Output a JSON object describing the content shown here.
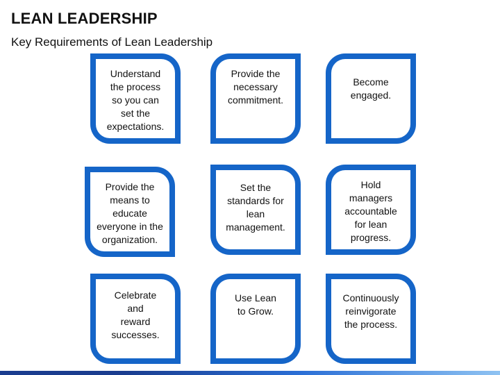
{
  "title": "LEAN LEADERSHIP",
  "subtitle": "Key Requirements of Lean Leadership",
  "cards": [
    {
      "text": "Understand\nthe process\nso you can\nset the\nexpectations."
    },
    {
      "text": "Provide the\nnecessary\ncommitment."
    },
    {
      "text": "Become\nengaged."
    },
    {
      "text": "Provide the\nmeans to\neducate\neveryone in the\norganization."
    },
    {
      "text": "Set the\nstandards for\nlean\nmanagement."
    },
    {
      "text": "Hold\nmanagers\naccountable\nfor lean\nprogress."
    },
    {
      "text": "Celebrate\nand\nreward\nsuccesses."
    },
    {
      "text": "Use Lean\nto Grow."
    },
    {
      "text": "Continuously\nreinvigorate\nthe process."
    }
  ],
  "colors": {
    "accent": "#1565c8",
    "text": "#111111"
  }
}
